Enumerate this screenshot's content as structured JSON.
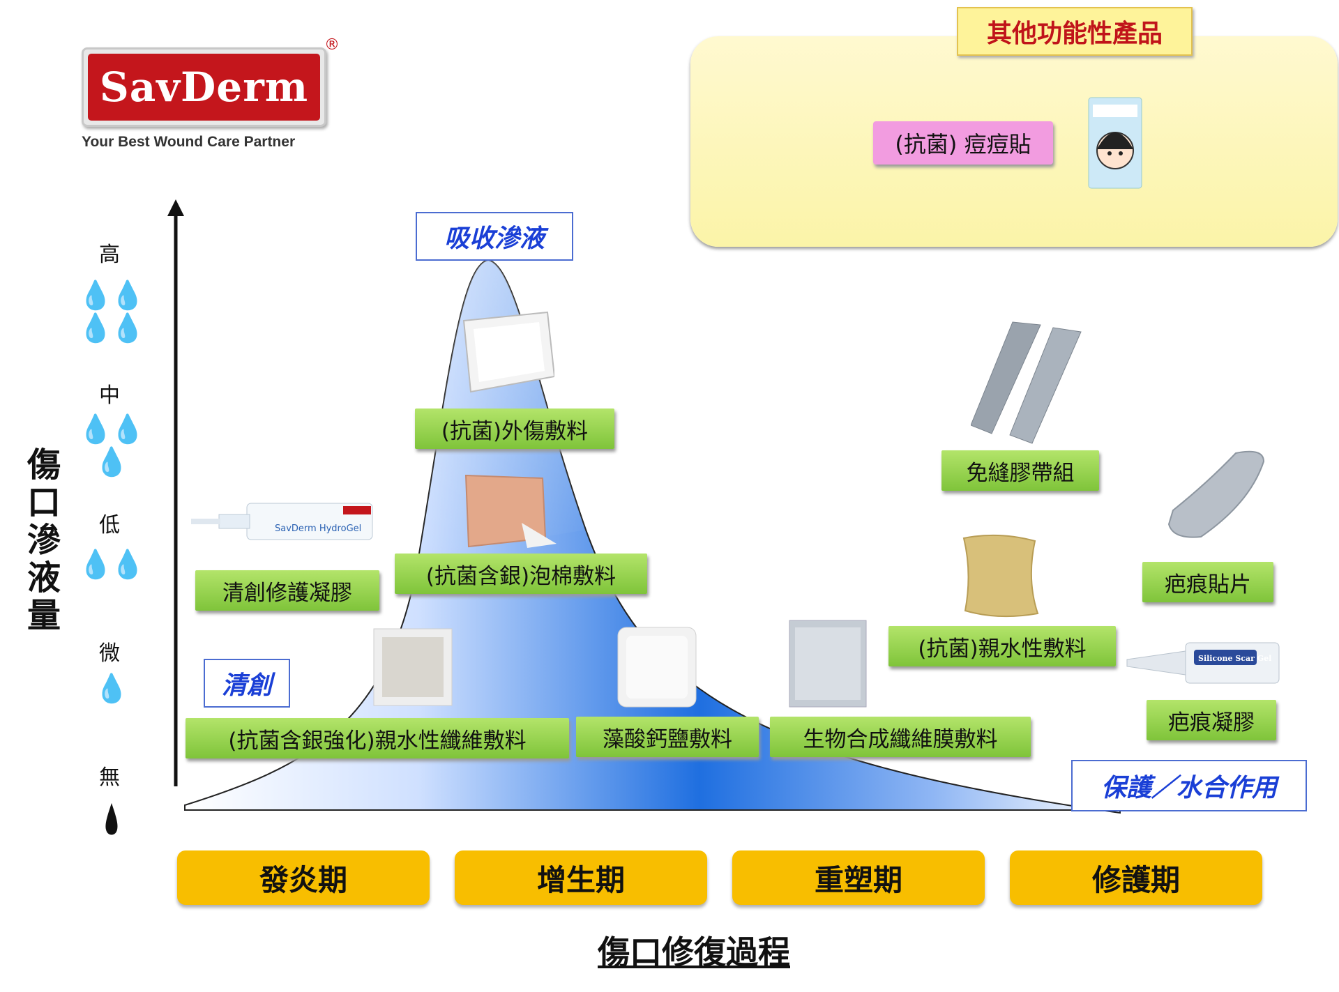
{
  "logo": {
    "brand": "SavDerm",
    "registered": "®",
    "tagline": "Your Best Wound Care Partner"
  },
  "other_products": {
    "title": "其他功能性產品",
    "items": [
      "(抗菌) 痘痘貼"
    ]
  },
  "axes": {
    "y_title": "傷口滲液量",
    "x_title": "傷口修復過程",
    "levels": [
      {
        "label": "高",
        "drops": "💧💧💧💧"
      },
      {
        "label": "中",
        "drops": "💧💧💧"
      },
      {
        "label": "低",
        "drops": "💧💧"
      },
      {
        "label": "微",
        "drops": "💧"
      },
      {
        "label": "無",
        "drops": ""
      }
    ]
  },
  "phases": [
    "發炎期",
    "增生期",
    "重塑期",
    "修護期"
  ],
  "stage_labels": {
    "absorb": "吸收滲液",
    "debride": "清創",
    "protect": "保護／水合作用"
  },
  "products": {
    "trauma_dressing": "(抗菌)外傷敷料",
    "foam_dressing": "(抗菌含銀)泡棉敷料",
    "hydrogel": "清創修護凝膠",
    "fiber_dressing": "(抗菌含銀強化)親水性纖維敷料",
    "alginate": "藻酸鈣鹽敷料",
    "biosynthetic": "生物合成纖維膜敷料",
    "hydro_dressing": "(抗菌)親水性敷料",
    "suture_strips": "免縫膠帶組",
    "scar_sheet": "疤痕貼片",
    "scar_gel": "疤痕凝膠"
  },
  "product_print": {
    "hydrogel_tube": "SavDerm HydroGel",
    "scar_gel_tube": "Silicone Scar Gel"
  },
  "colors": {
    "curve_blue": "#1f6fe0",
    "green_label": "#8fd14f",
    "phase_yellow": "#f8be00",
    "panel_yellow": "#fbf4a8",
    "brand_red": "#c4161c"
  }
}
